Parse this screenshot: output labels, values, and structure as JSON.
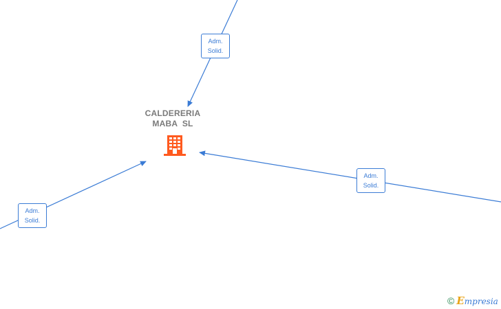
{
  "company": {
    "name_line1": "CALDERERIA",
    "name_line2": "MABA  SL",
    "icon": "building-icon",
    "icon_color": "#ff5a1f"
  },
  "relations": [
    {
      "id": "top",
      "label_line1": "Adm.",
      "label_line2": "Solid."
    },
    {
      "id": "right",
      "label_line1": "Adm.",
      "label_line2": "Solid."
    },
    {
      "id": "left",
      "label_line1": "Adm.",
      "label_line2": "Solid."
    }
  ],
  "colors": {
    "edge": "#3a7bd5",
    "label_text": "#3a7bd5",
    "company_text": "#7a7a7a"
  },
  "brand": {
    "copyright_symbol": "©",
    "logo_letter": "E",
    "logo_rest": "mpresia"
  }
}
